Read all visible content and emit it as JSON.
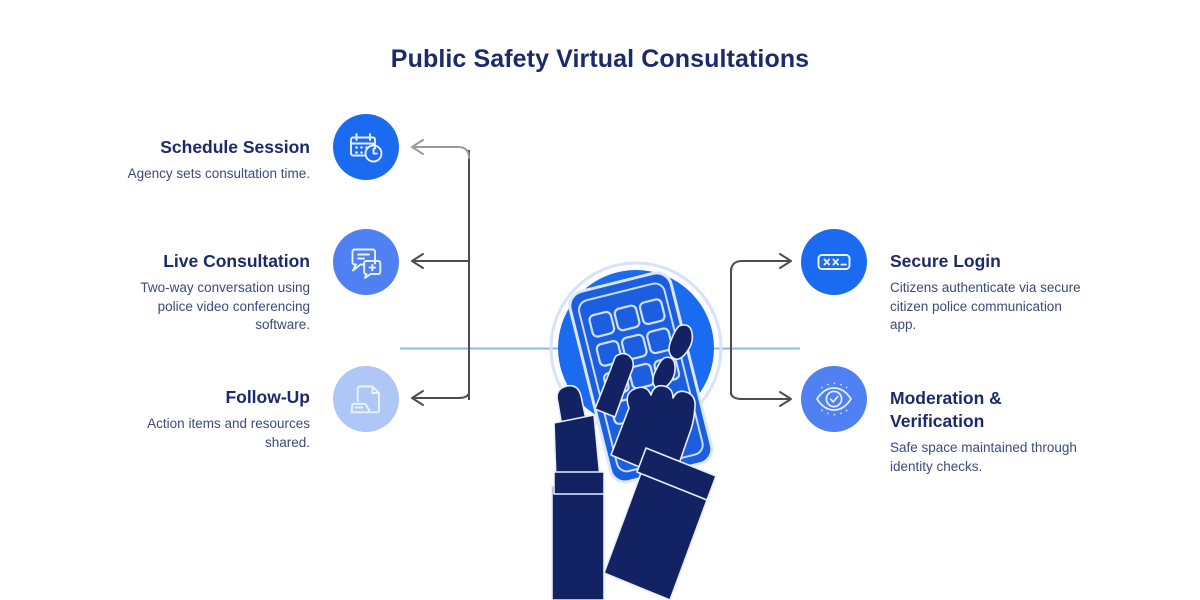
{
  "page": {
    "title": "Public Safety Virtual Consultations",
    "background": "#ffffff"
  },
  "colors": {
    "title_navy": "#1b2a6b",
    "heading_navy": "#1b2a6b",
    "body_slate": "#3d4a7a",
    "accent_blue_strong": "#1a6bf0",
    "accent_blue_medium": "#4f81f2",
    "accent_blue_light": "#aec7f7",
    "connector_gray": "#4d4d4d",
    "axis_line_blue": "#8fb4f7",
    "hand_navy": "#122263",
    "phone_blue": "#1b5fe0"
  },
  "steps_left": [
    {
      "id": "schedule-session",
      "heading": "Schedule Session",
      "body": "Agency sets consultation time.",
      "icon": "calendar-clock-icon",
      "circle_color": "#1a6bf0"
    },
    {
      "id": "live-consultation",
      "heading": "Live Consultation",
      "body": "Two-way conversation using police video conferencing software.",
      "icon": "chat-bubbles-plus-icon",
      "circle_color": "#4f81f2"
    },
    {
      "id": "follow-up",
      "heading": "Follow-Up",
      "body": "Action items and resources shared.",
      "icon": "document-share-icon",
      "circle_color": "#aec7f7"
    }
  ],
  "steps_right": [
    {
      "id": "secure-login",
      "heading": "Secure Login",
      "body": "Citizens authenticate via secure citizen police communication app.",
      "icon": "password-field-icon",
      "circle_color": "#1a6bf0"
    },
    {
      "id": "moderation-verification",
      "heading": "Moderation & Verification",
      "heading_line_1": "Moderation &",
      "heading_line_2": "Verification",
      "body": "Safe space maintained through identity checks.",
      "icon": "eye-check-icon",
      "circle_color": "#4f81f2"
    }
  ],
  "center": {
    "illustration": "hands-holding-smartphone-keypad",
    "circle_color": "#1a6bf0",
    "ring_color": "#d6e3fb"
  },
  "connectors": {
    "left_arrows": 3,
    "right_arrows": 2,
    "direction_left": "arrow-left",
    "direction_right": "arrow-right"
  }
}
